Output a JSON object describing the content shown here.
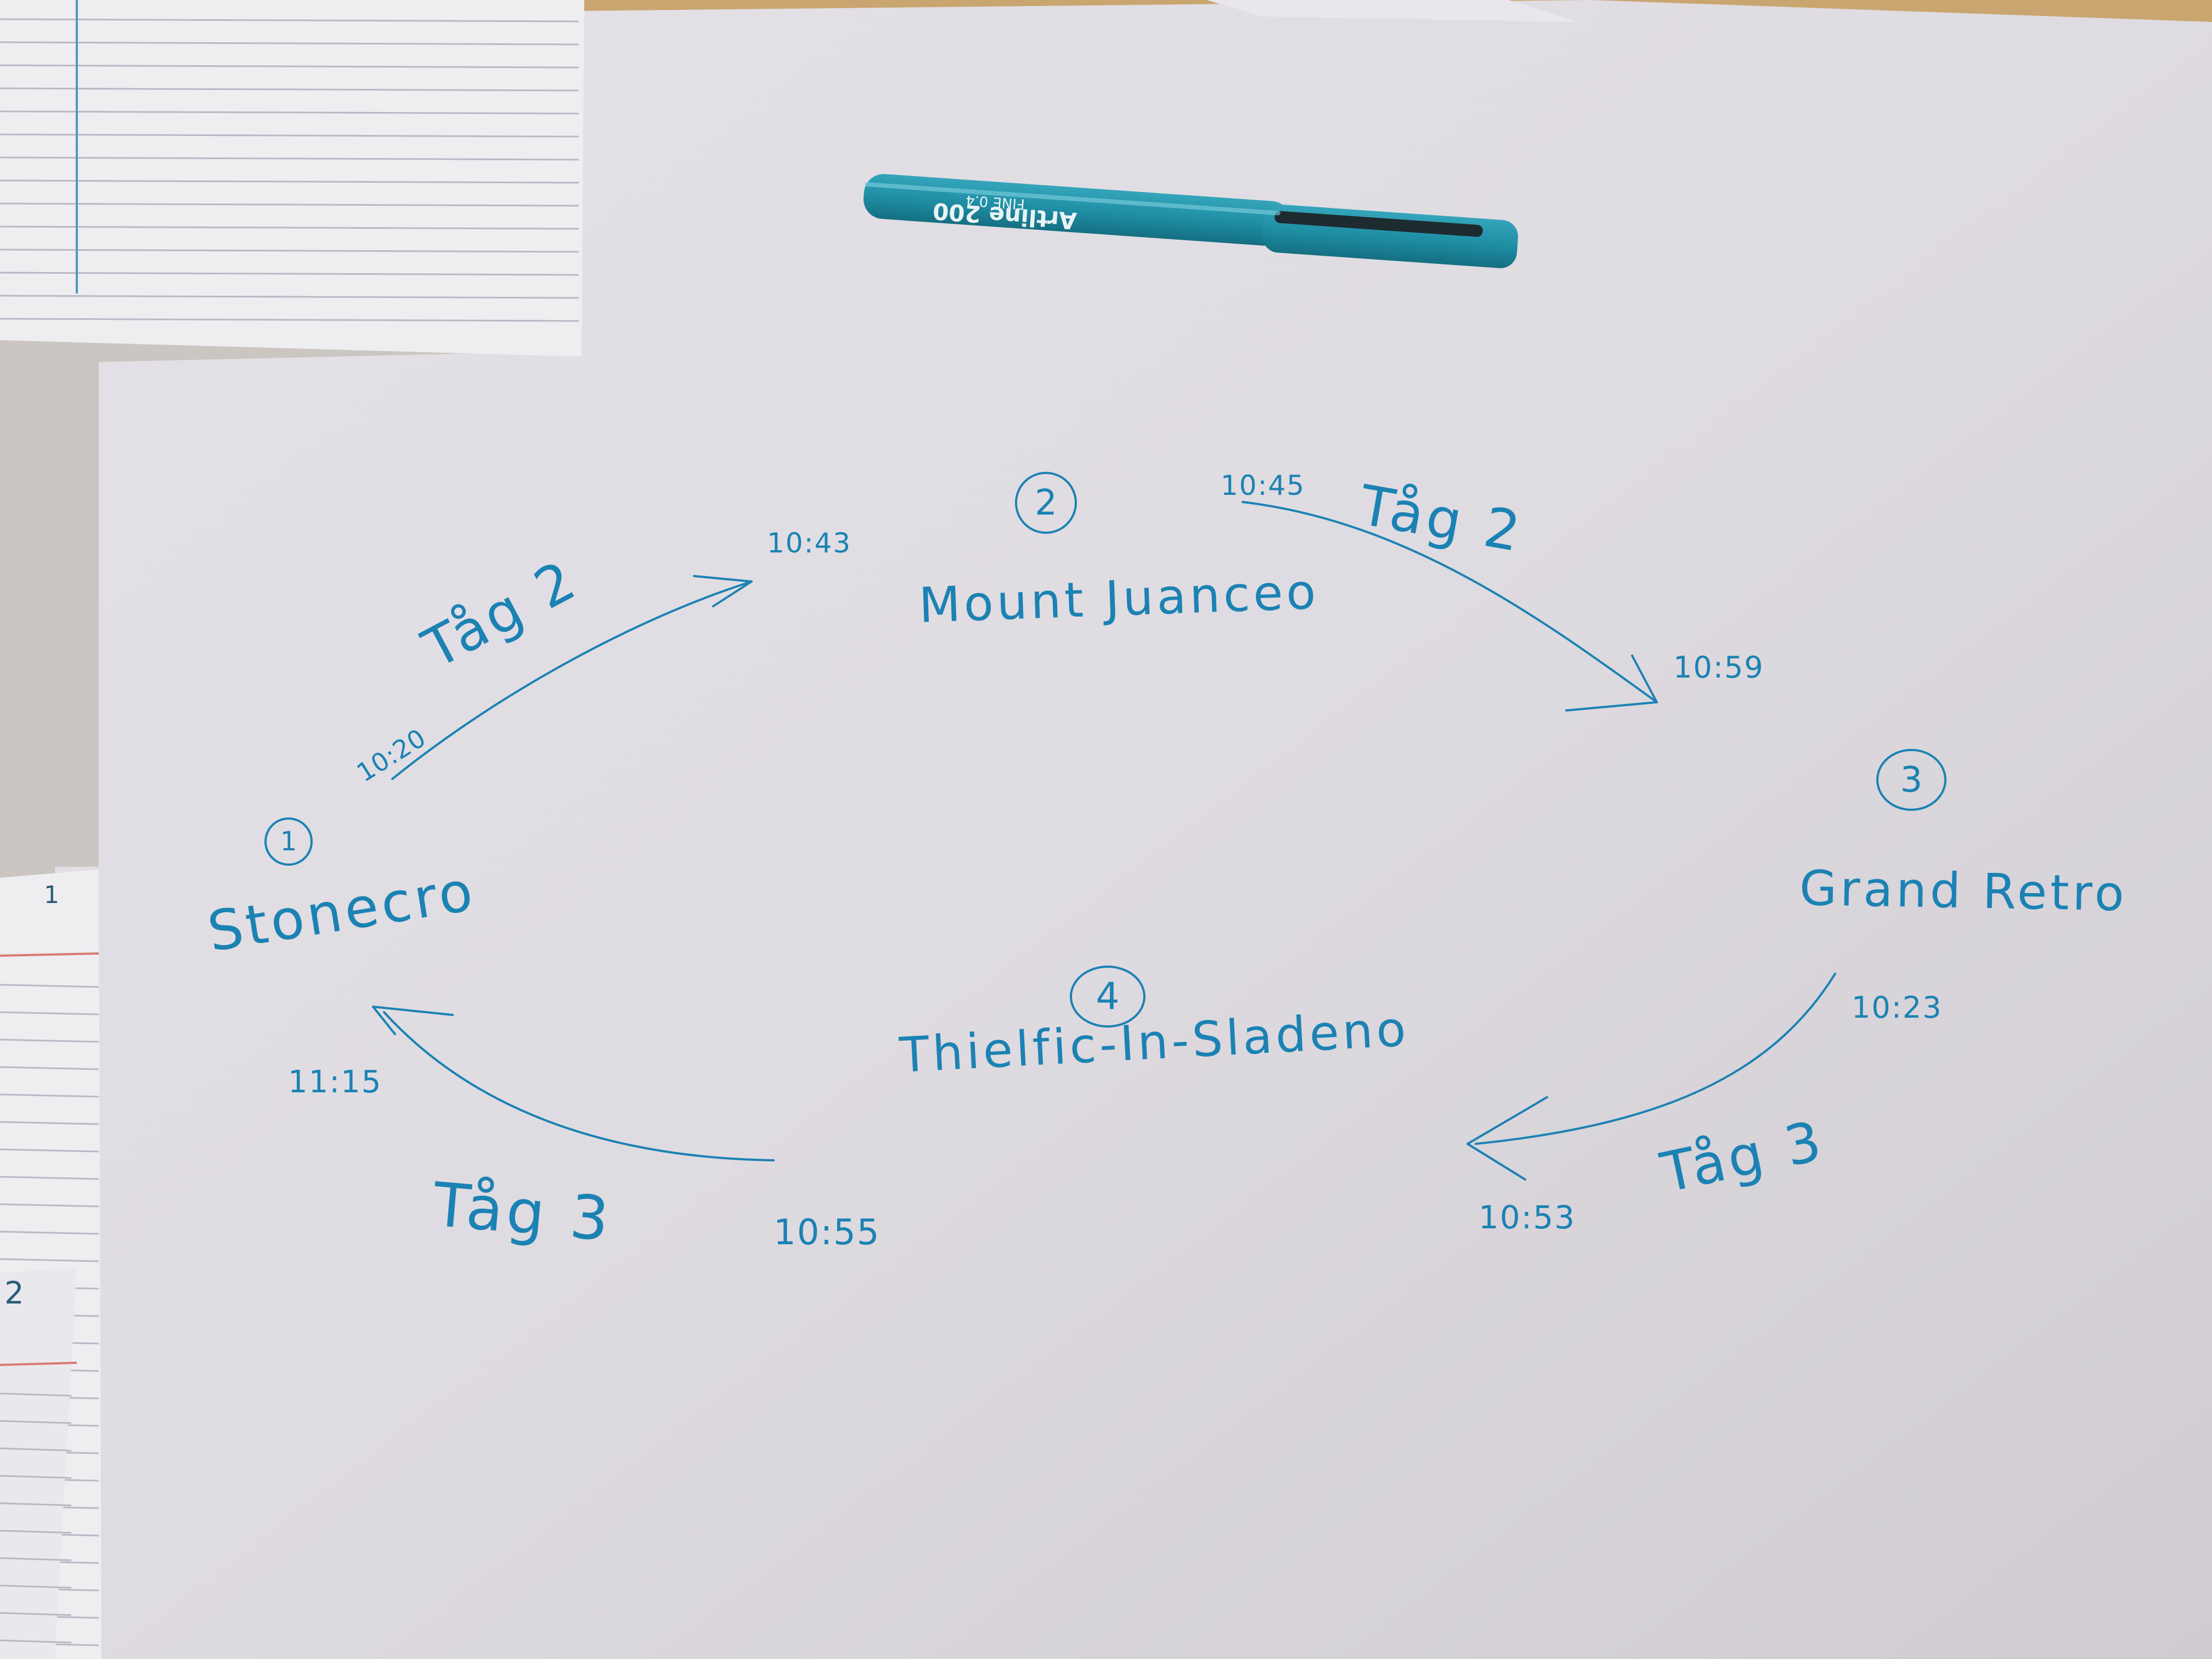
{
  "colors": {
    "ink": "#1b82b3",
    "paper": "#e6e3e8",
    "table": "#c9a56f",
    "pen_body": "#1f8fa6",
    "pen_cap": "#1c849b",
    "card": "#ecebee",
    "card_line": "#b9b8c4",
    "card_margin_red": "#d97a72",
    "card_margin_blue": "#4f98c6"
  },
  "pen": {
    "brand_text": "Artline 200",
    "size_text": "FINE 0.4"
  },
  "stations": [
    {
      "number": "1",
      "name": "Stonecro"
    },
    {
      "number": "2",
      "name": "Mount Juanceo"
    },
    {
      "number": "3",
      "name": "Grand Retro"
    },
    {
      "number": "4",
      "name": "Thielfic-In-Sladeno"
    }
  ],
  "routes": [
    {
      "train": "Tåg 2",
      "departure": "10:20",
      "arrival": "10:43"
    },
    {
      "train": "Tåg 2",
      "departure": "10:45",
      "arrival": "10:59"
    },
    {
      "train": "Tåg 3",
      "departure": "10:23",
      "arrival": "10:53"
    },
    {
      "train": "Tåg 3",
      "departure": "10:55",
      "arrival": "11:15"
    }
  ],
  "side_cards": {
    "card1_label": "1",
    "card2_label": "2"
  }
}
